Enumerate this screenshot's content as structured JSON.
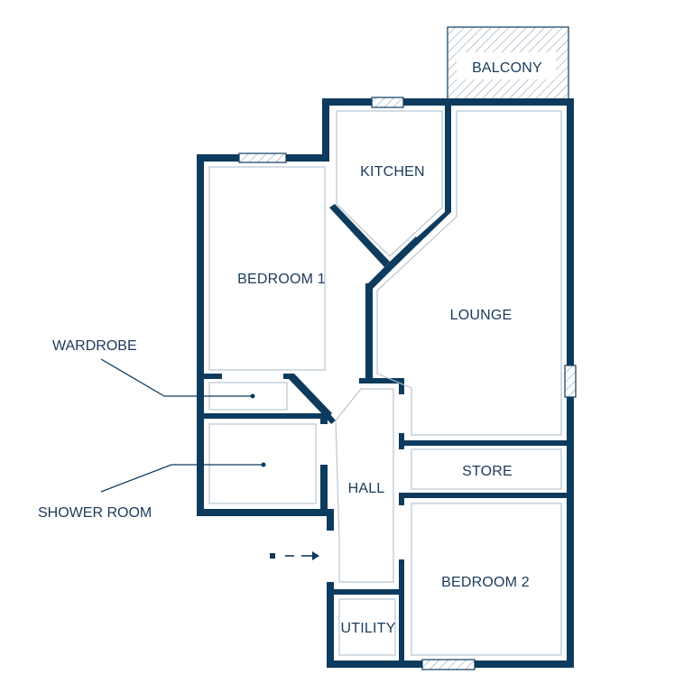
{
  "rooms": {
    "balcony": "BALCONY",
    "kitchen": "KITCHEN",
    "bedroom1": "BEDROOM 1",
    "lounge": "LOUNGE",
    "store": "STORE",
    "hall": "HALL",
    "bedroom2": "BEDROOM 2",
    "utility": "UTILITY"
  },
  "callouts": {
    "wardrobe": "WARDROBE",
    "shower_room": "SHOWER ROOM"
  },
  "colors": {
    "wall": "#0d3b5e",
    "text": "#1a3a5c",
    "inner_line": "#b8c6d2"
  }
}
